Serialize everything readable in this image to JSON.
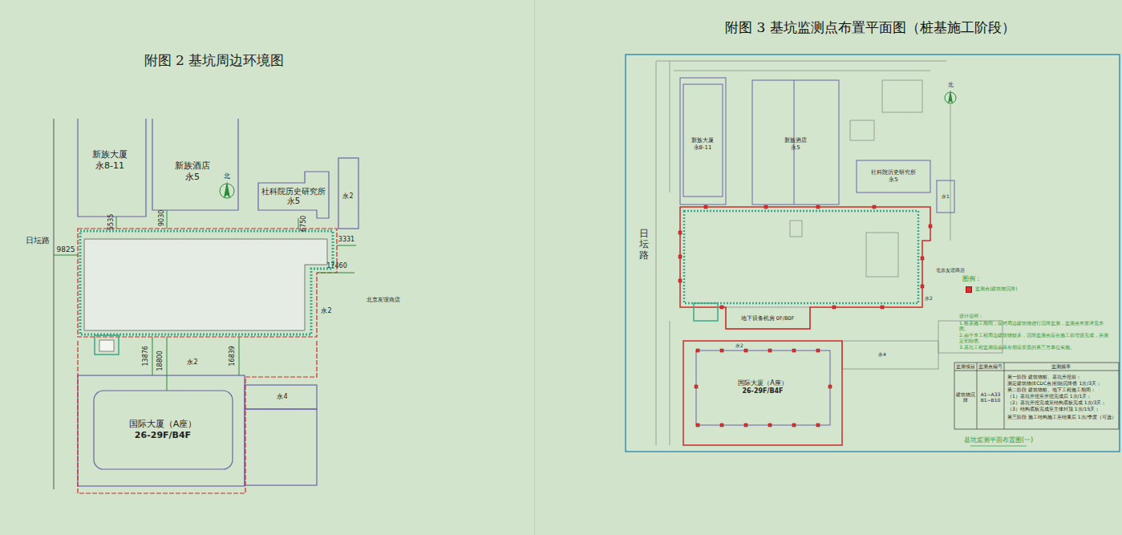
{
  "diagram": {
    "title": "附图 2 基坑周边环境图",
    "nodes": [
      {
        "text": [
          "新族大厦",
          "永8-11"
        ]
      },
      {
        "text": [
          "新族酒店",
          "永5"
        ]
      },
      {
        "text": [
          "社科院历史研究所",
          "永5"
        ]
      },
      {
        "text": [
          "永2"
        ]
      },
      {
        "text": [
          "国际大厦（A座）",
          "26-29F/B4F"
        ]
      },
      {
        "text": [
          "新族大厦",
          "永8-11"
        ]
      },
      {
        "text": [
          "新族酒店",
          "永5"
        ]
      },
      {
        "text": [
          "社科院历史研究所",
          "永5"
        ]
      },
      {
        "text": [
          "地下设备机房 0F/B0F"
        ]
      },
      {
        "text": [
          "国际大厦（A座）",
          "26-29F/B4F"
        ]
      }
    ],
    "labels": [
      "附图 3 基坑监测点布置平面图（桩基施工阶段）",
      "日坛路",
      "9825",
      "5535",
      "9030",
      "6750",
      "3331",
      "17460",
      "北京友谊商店",
      "13876",
      "18800",
      "16839",
      "永2",
      "永4",
      "永2",
      "北",
      "北",
      "日坛路",
      "北京友谊商店",
      "永2",
      "永4",
      "永2",
      "永1",
      "图例：",
      "设计说明：",
      "1.桩基施工期间，应对周边建筑物进行沉降监测，监测点布置详见本图。",
      "2.由于本工程周边建筑物较多，沉降监测点应在施工前埋设完成，并测定初始值。",
      "3.基坑工程监测应由具有相应资质的第三方单位实施。",
      "监测项目",
      "监测点编号",
      "监测频率",
      "建筑物沉降",
      "A1~A33 B1~B10",
      "第一阶段 建筑物桩、基坑开挖前：",
      "测定建筑物(ECDC点)初始沉降值 1次/3天；",
      "第二阶段 建筑物桩、地下工程施工期间：",
      "（1）基坑开挖至开挖完成后 1次/1天；",
      "（2）基坑开挖完成至结构底板完成 1次/3天；",
      "（3）结构底板完成至主体封顶 1次/15天；",
      "第三阶段 施工结构施工至结束后 1次/季度（可选）",
      "基坑监测平面布置图(一)"
    ],
    "legend": [
      {
        "text": "监测点(建筑物沉降)",
        "color": "#e03030"
      }
    ]
  }
}
